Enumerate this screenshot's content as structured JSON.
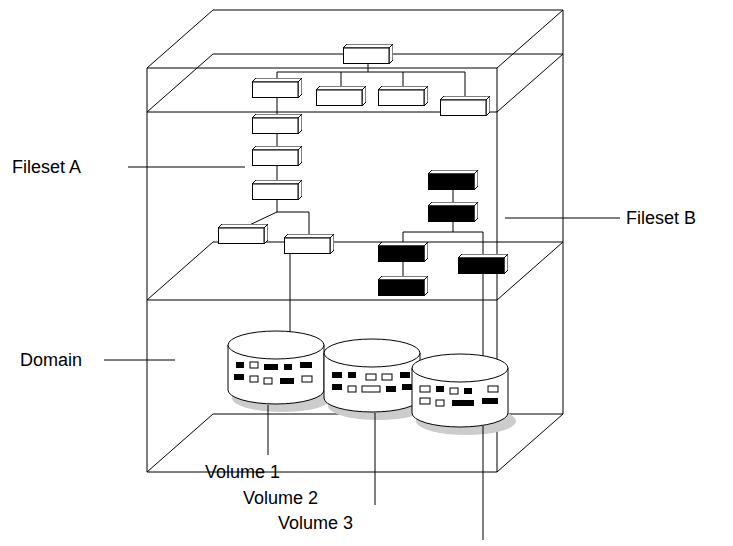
{
  "diagram": {
    "labels": [
      "Fileset A",
      "Fileset B",
      "Domain",
      "Volume 1",
      "Volume 2",
      "Volume 3"
    ]
  }
}
